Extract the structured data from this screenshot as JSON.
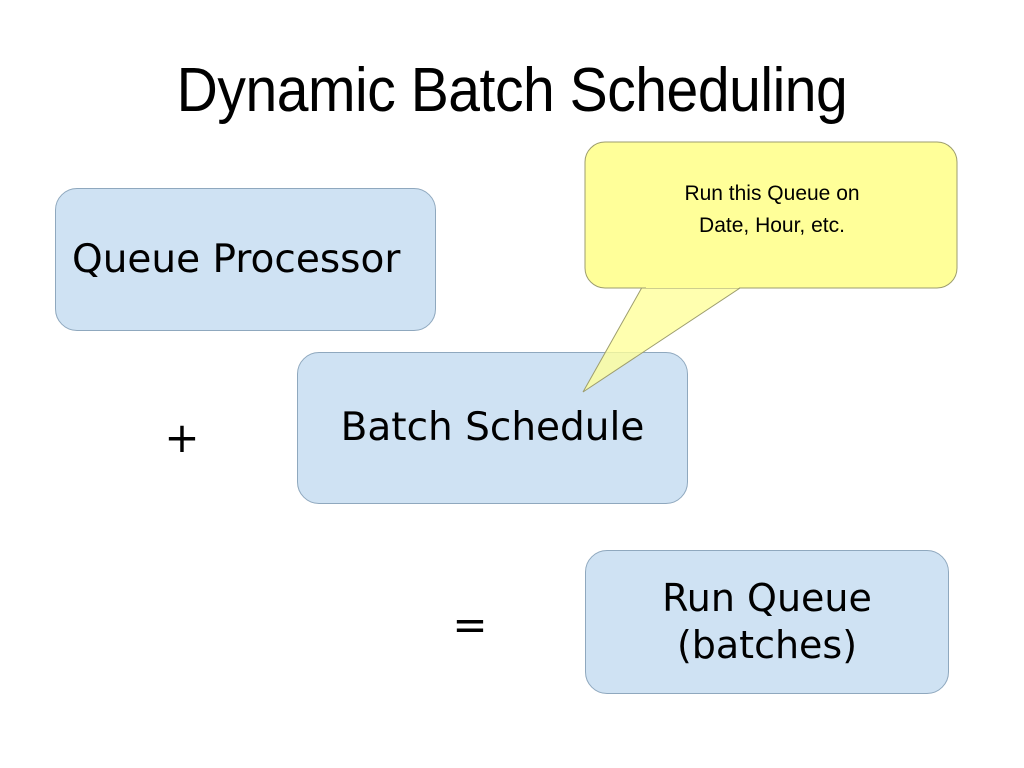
{
  "slide": {
    "title": "Dynamic Batch Scheduling",
    "background_color": "#ffffff"
  },
  "theme": {
    "box_fill": "#cfe2f3",
    "box_border": "#8fa8be",
    "callout_fill": "#ffff99",
    "callout_border": "#9d9d6e",
    "text_color": "#000000"
  },
  "diagram": {
    "boxes": [
      {
        "id": "queue-processor",
        "label": "Queue Processor",
        "fill": "#cfe2f3",
        "border": "#8fa8be"
      },
      {
        "id": "batch-schedule",
        "label": "Batch Schedule",
        "fill": "#cfe2f3",
        "border": "#8fa8be"
      },
      {
        "id": "run-queue",
        "label": "Run Queue\n(batches)",
        "fill": "#cfe2f3",
        "border": "#8fa8be"
      }
    ],
    "operators": [
      {
        "id": "plus",
        "symbol": "+"
      },
      {
        "id": "equals",
        "symbol": "="
      }
    ],
    "callout": {
      "id": "schedule-callout",
      "text": "Run this Queue on\nDate, Hour, etc.",
      "fill": "#ffff99",
      "border": "#9d9d6e",
      "points_to": "batch-schedule"
    }
  }
}
